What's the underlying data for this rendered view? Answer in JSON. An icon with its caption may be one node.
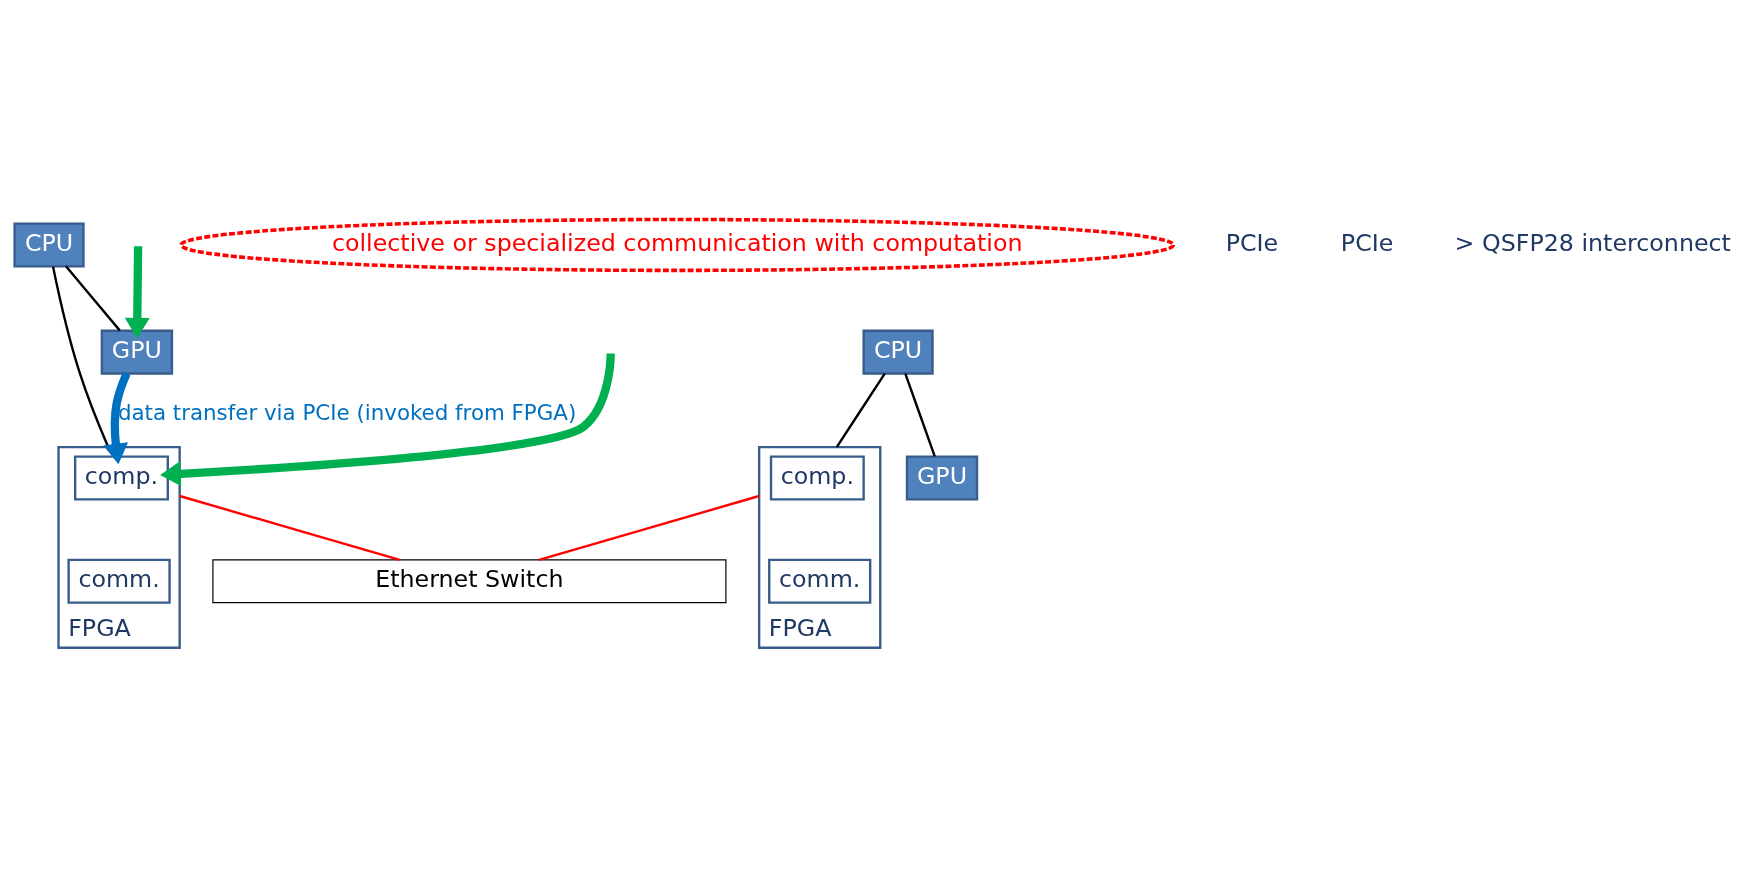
{
  "diagram": {
    "nodes": [
      {
        "text": [
          "CPU"
        ]
      },
      {
        "text": [
          "GPU"
        ]
      },
      {
        "text": [
          "FPGA"
        ]
      },
      {
        "text": [
          "comp."
        ],
        "in": 2
      },
      {
        "text": [
          "comm."
        ],
        "in": 2
      },
      {
        "text": [
          "CPU"
        ]
      },
      {
        "text": [
          "GPU"
        ]
      },
      {
        "text": [
          "FPGA"
        ]
      },
      {
        "text": [
          "comp."
        ],
        "in": 7
      },
      {
        "text": [
          "comm."
        ],
        "in": 7
      },
      {
        "text": [
          "Ethernet Switch"
        ]
      },
      {
        "text": [
          "collective or specialized communication with computation"
        ]
      }
    ],
    "edges": [
      {
        "from": 0,
        "to": 1,
        "arrow": "none"
      },
      {
        "from": 0,
        "to": 2,
        "arrow": "none"
      },
      {
        "from": null,
        "to": 1,
        "arrow": "to",
        "style": "thick",
        "color": "#00b050"
      },
      {
        "from": null,
        "to": 3,
        "arrow": "to",
        "style": "thick",
        "color": "#00b050"
      },
      {
        "from": 1,
        "to": 3,
        "arrow": "to",
        "label": "data transfer via PCIe (invoked from FPGA)",
        "style": "thick",
        "color": "#0070c0"
      },
      {
        "from": 5,
        "to": 6,
        "arrow": "none"
      },
      {
        "from": 5,
        "to": 7,
        "arrow": "none"
      },
      {
        "from": 2,
        "to": 10,
        "arrow": "none",
        "color": "#ff0000"
      },
      {
        "from": 7,
        "to": 10,
        "arrow": "none",
        "color": "#ff0000"
      }
    ],
    "labels": [
      "PCIe",
      "PCIe",
      "> QSFP28 interconnect"
    ]
  }
}
